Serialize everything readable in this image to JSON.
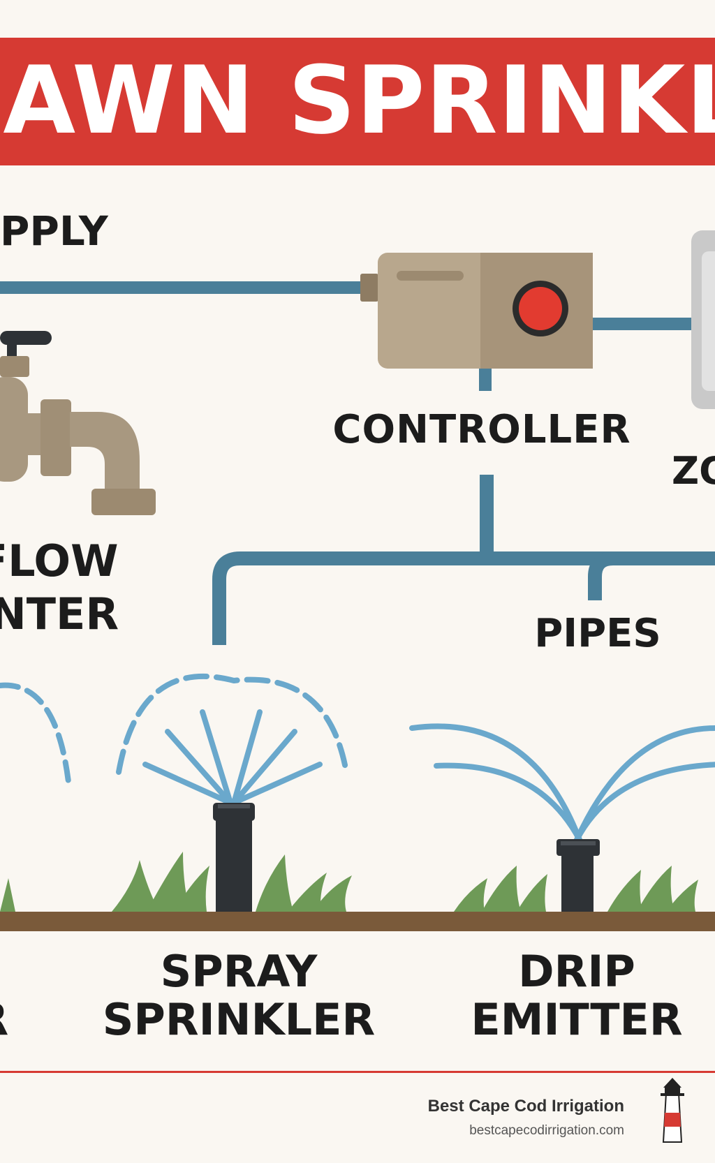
{
  "banner": {
    "title": "LAWN SPRINKLER SYSTEM"
  },
  "labels": {
    "supply": "SUPPLY",
    "controller": "CONTROLLER",
    "zone": "ZONE",
    "backflow_line1": "BACKFLOW",
    "backflow_line2": "PREVENTER",
    "pipes": "PIPES",
    "spray_line1": "SPRAY",
    "spray_line2": "SPRINKLER",
    "drip_line1": "DRIP",
    "drip_line2": "EMITTER",
    "rotor": "ROTOR"
  },
  "footer": {
    "brand": "Best Cape Cod Irrigation",
    "url": "bestcapecodirrigation.com"
  },
  "colors": {
    "banner": "#d63a33",
    "pipe": "#4a7f99",
    "spray": "#6aa8cc",
    "controller_body": "#b8a78d",
    "controller_button": "#e23b30",
    "faucet": "#a89880",
    "sprinkler_head": "#2e3236",
    "grass": "#6e9a57",
    "soil": "#7a5a3a",
    "accent_line": "#d63a33"
  },
  "icons": {
    "controller": "controller-box-icon",
    "faucet": "faucet-icon",
    "spray": "spray-sprinkler-icon",
    "drip": "drip-emitter-icon",
    "zone_valve": "zone-valve-icon",
    "logo": "lighthouse-icon"
  }
}
